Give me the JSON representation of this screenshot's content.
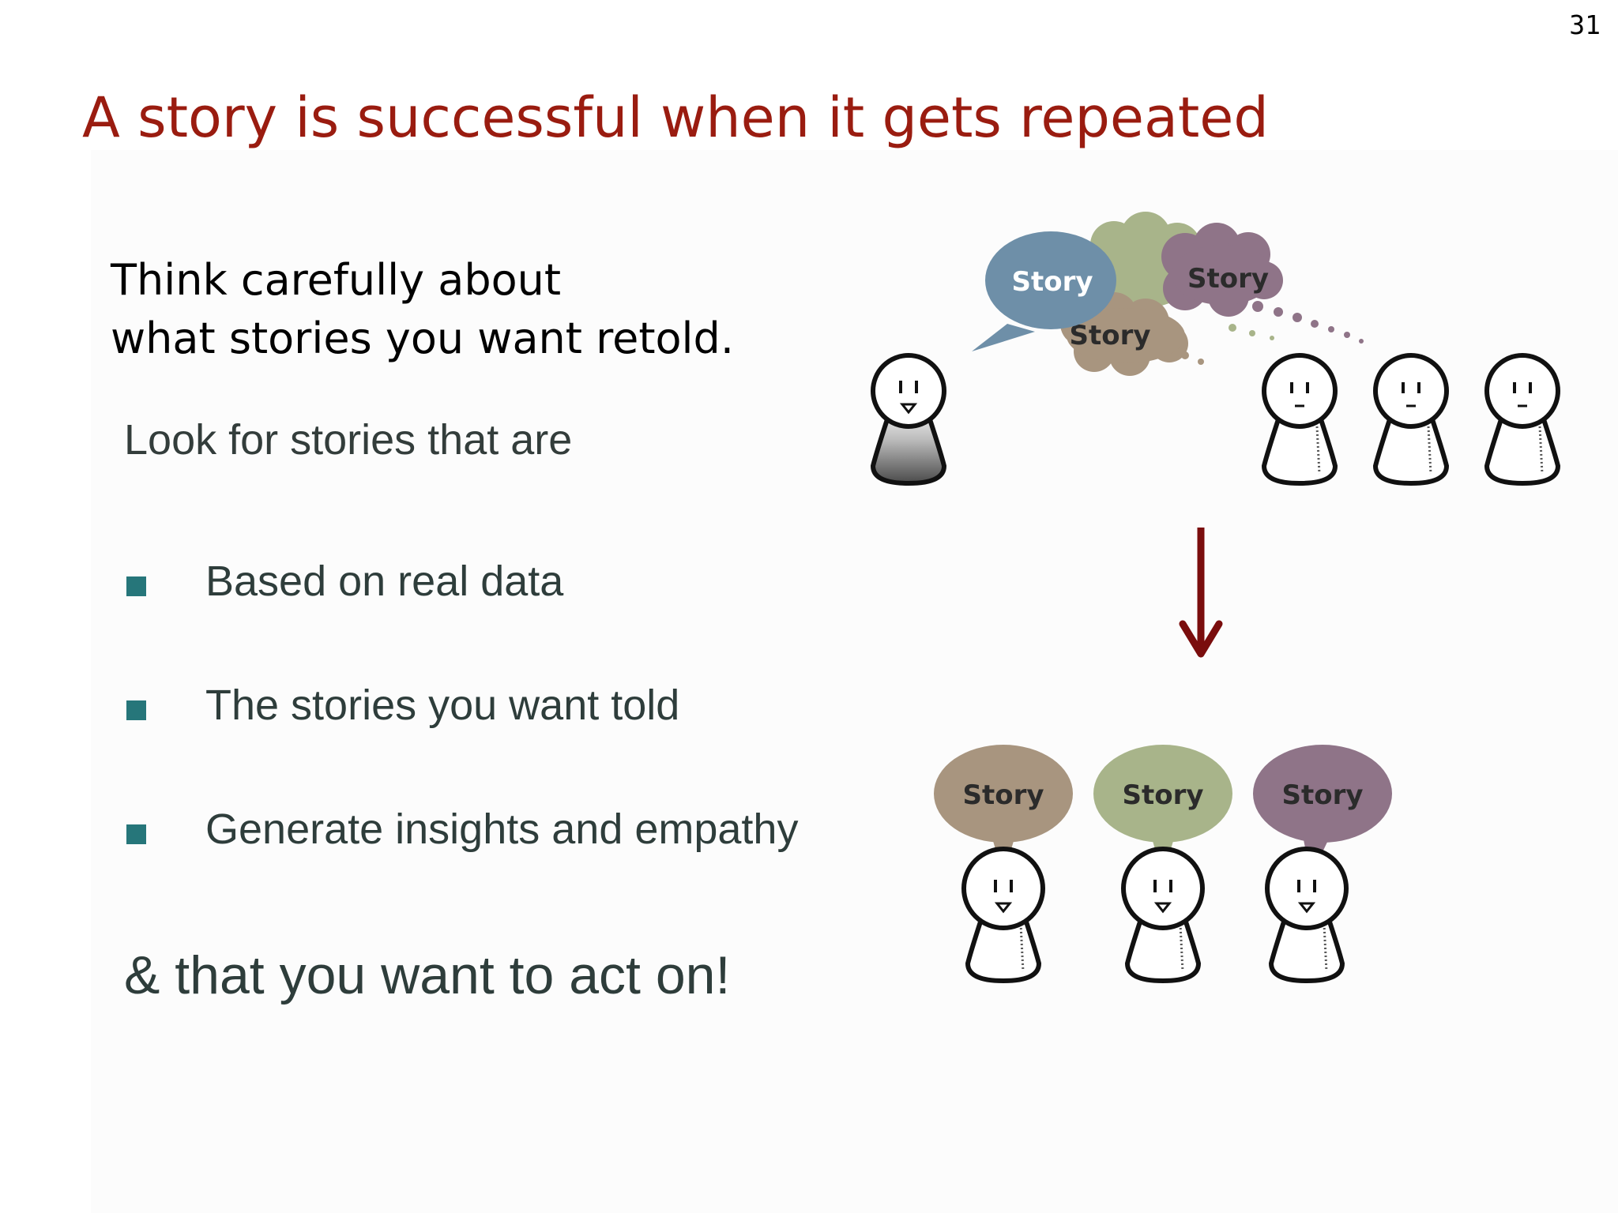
{
  "page_number": "31",
  "title": "A story is successful when it gets repeated",
  "intro_lines": [
    "Think carefully about",
    "what stories you want retold."
  ],
  "look_for": "Look for stories that are",
  "bullets": [
    {
      "text": "Based on real data"
    },
    {
      "text": "The stories you want told"
    },
    {
      "text": "Generate insights and empathy"
    }
  ],
  "closing": "& that you want to act on!",
  "illustration": {
    "bubble_label": "Story",
    "colors": {
      "title": "#9a1c10",
      "bullet": "#26767a",
      "arrow": "#7a0d0d",
      "bubble_blue": "#6e8fa8",
      "bubble_green": "#a8b48a",
      "bubble_purple": "#8f7488",
      "bubble_tan": "#a8957f"
    }
  }
}
